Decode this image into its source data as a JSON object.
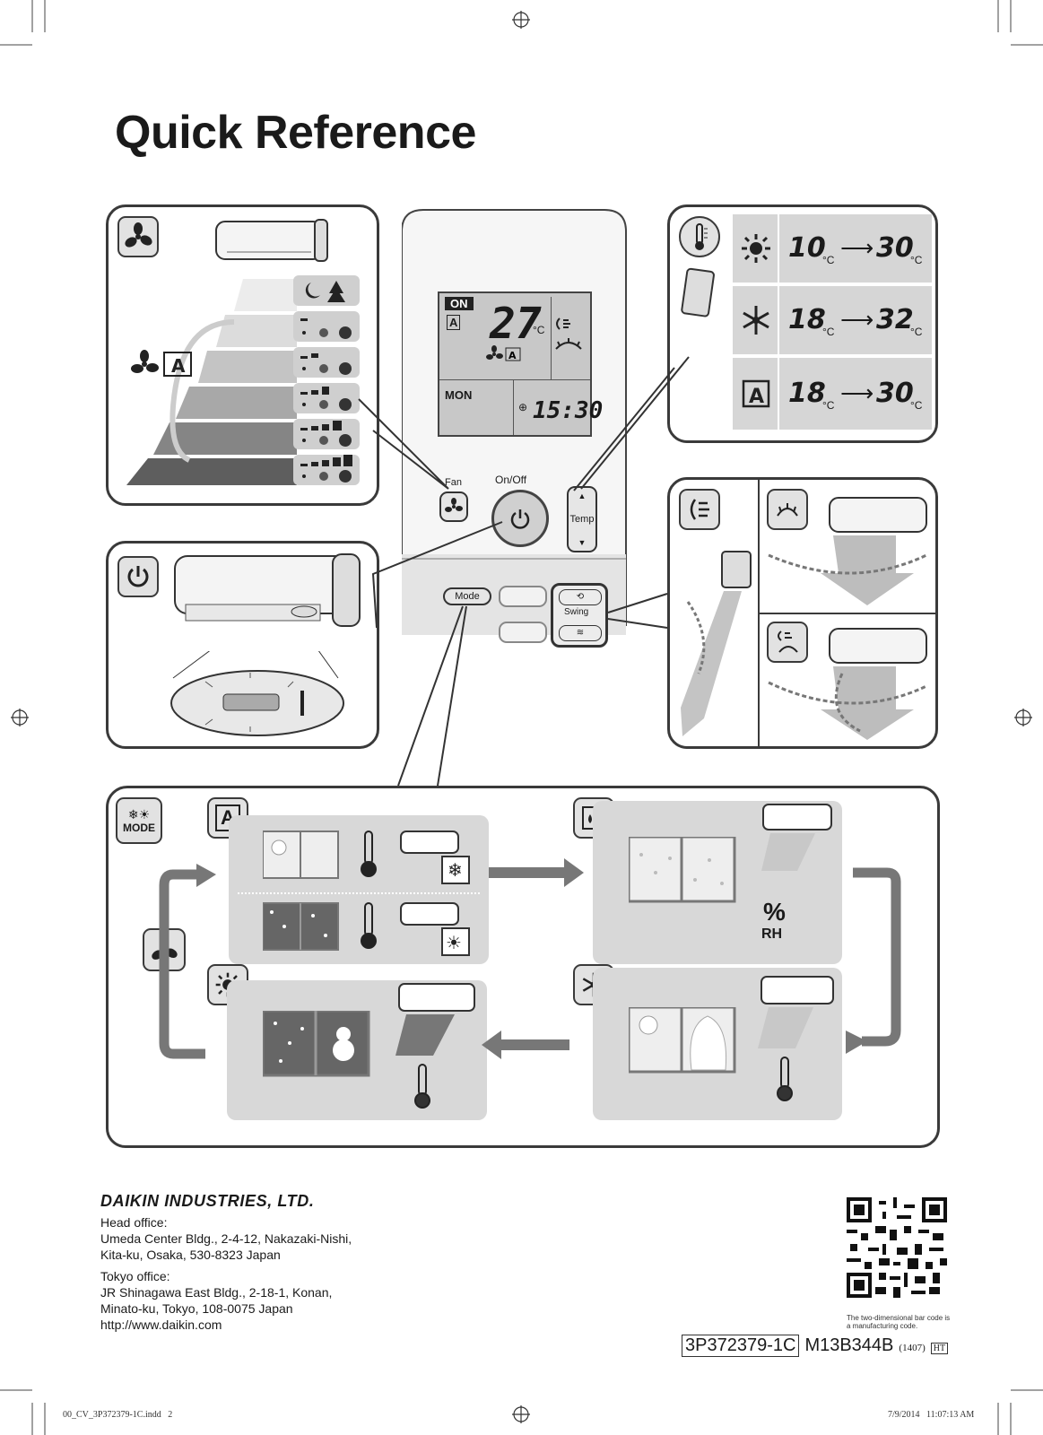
{
  "page": {
    "title": "Quick Reference"
  },
  "remote": {
    "lcd": {
      "on_badge": "ON",
      "temperature": "27",
      "temp_unit": "°C",
      "day": "MON",
      "time": "15:30"
    },
    "buttons": {
      "fan_label": "Fan",
      "onoff_label": "On/Off",
      "temp_label": "Temp",
      "temp_up": "▲",
      "temp_down": "▼",
      "mode_label": "Mode",
      "swing_label": "Swing"
    }
  },
  "temperature_ranges": [
    {
      "mode": "heat",
      "icon": "sun-icon",
      "low": "10",
      "high": "30",
      "unit": "°C"
    },
    {
      "mode": "cool",
      "icon": "snowflake-icon",
      "low": "18",
      "high": "32",
      "unit": "°C"
    },
    {
      "mode": "auto",
      "icon": "auto-mode-icon",
      "low": "18",
      "high": "30",
      "unit": "°C"
    }
  ],
  "fan_speeds": [
    "quiet",
    "1",
    "2",
    "3",
    "4",
    "5"
  ],
  "mode_panel": {
    "mode_badge": "MODE",
    "auto_badge": "A",
    "rh_label": "RH",
    "percent_label": "%"
  },
  "footer": {
    "company": "DAIKIN INDUSTRIES, LTD.",
    "head_office_label": "Head office:",
    "head_office_line1": "Umeda Center Bldg., 2-4-12, Nakazaki-Nishi,",
    "head_office_line2": "Kita-ku, Osaka, 530-8323 Japan",
    "tokyo_office_label": "Tokyo office:",
    "tokyo_office_line1": "JR Shinagawa East Bldg., 2-18-1, Konan,",
    "tokyo_office_line2": "Minato-ku, Tokyo, 108-0075 Japan",
    "website": "http://www.daikin.com",
    "barcode_note_line1": "The two-dimensional bar code is",
    "barcode_note_line2": "a manufacturing code.",
    "part_code": "3P372379-1C",
    "model_code": "M13B344B",
    "date_code": "(1407)",
    "region_code": "HT"
  },
  "print_meta": {
    "file_name": "00_CV_3P372379-1C.indd   2",
    "timestamp": "7/9/2014   11:07:13 AM"
  },
  "colors": {
    "panel_border": "#3a3a3a",
    "light_gray": "#d8d8d8",
    "dark_gray": "#555555"
  }
}
